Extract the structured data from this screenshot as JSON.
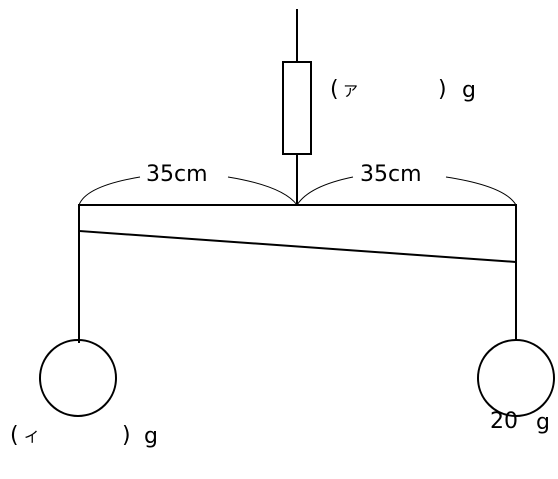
{
  "labels": {
    "scale_open": "(",
    "scale_kana": "ア",
    "scale_close": ")",
    "scale_unit": "g",
    "left_distance": "35cm",
    "right_distance": "35cm",
    "left_weight_open": "(",
    "left_weight_kana": "イ",
    "left_weight_close": ")",
    "left_weight_unit": "g",
    "right_weight": "20",
    "right_weight_unit": "g"
  },
  "colors": {
    "stroke": "#000000",
    "background": "#ffffff"
  }
}
